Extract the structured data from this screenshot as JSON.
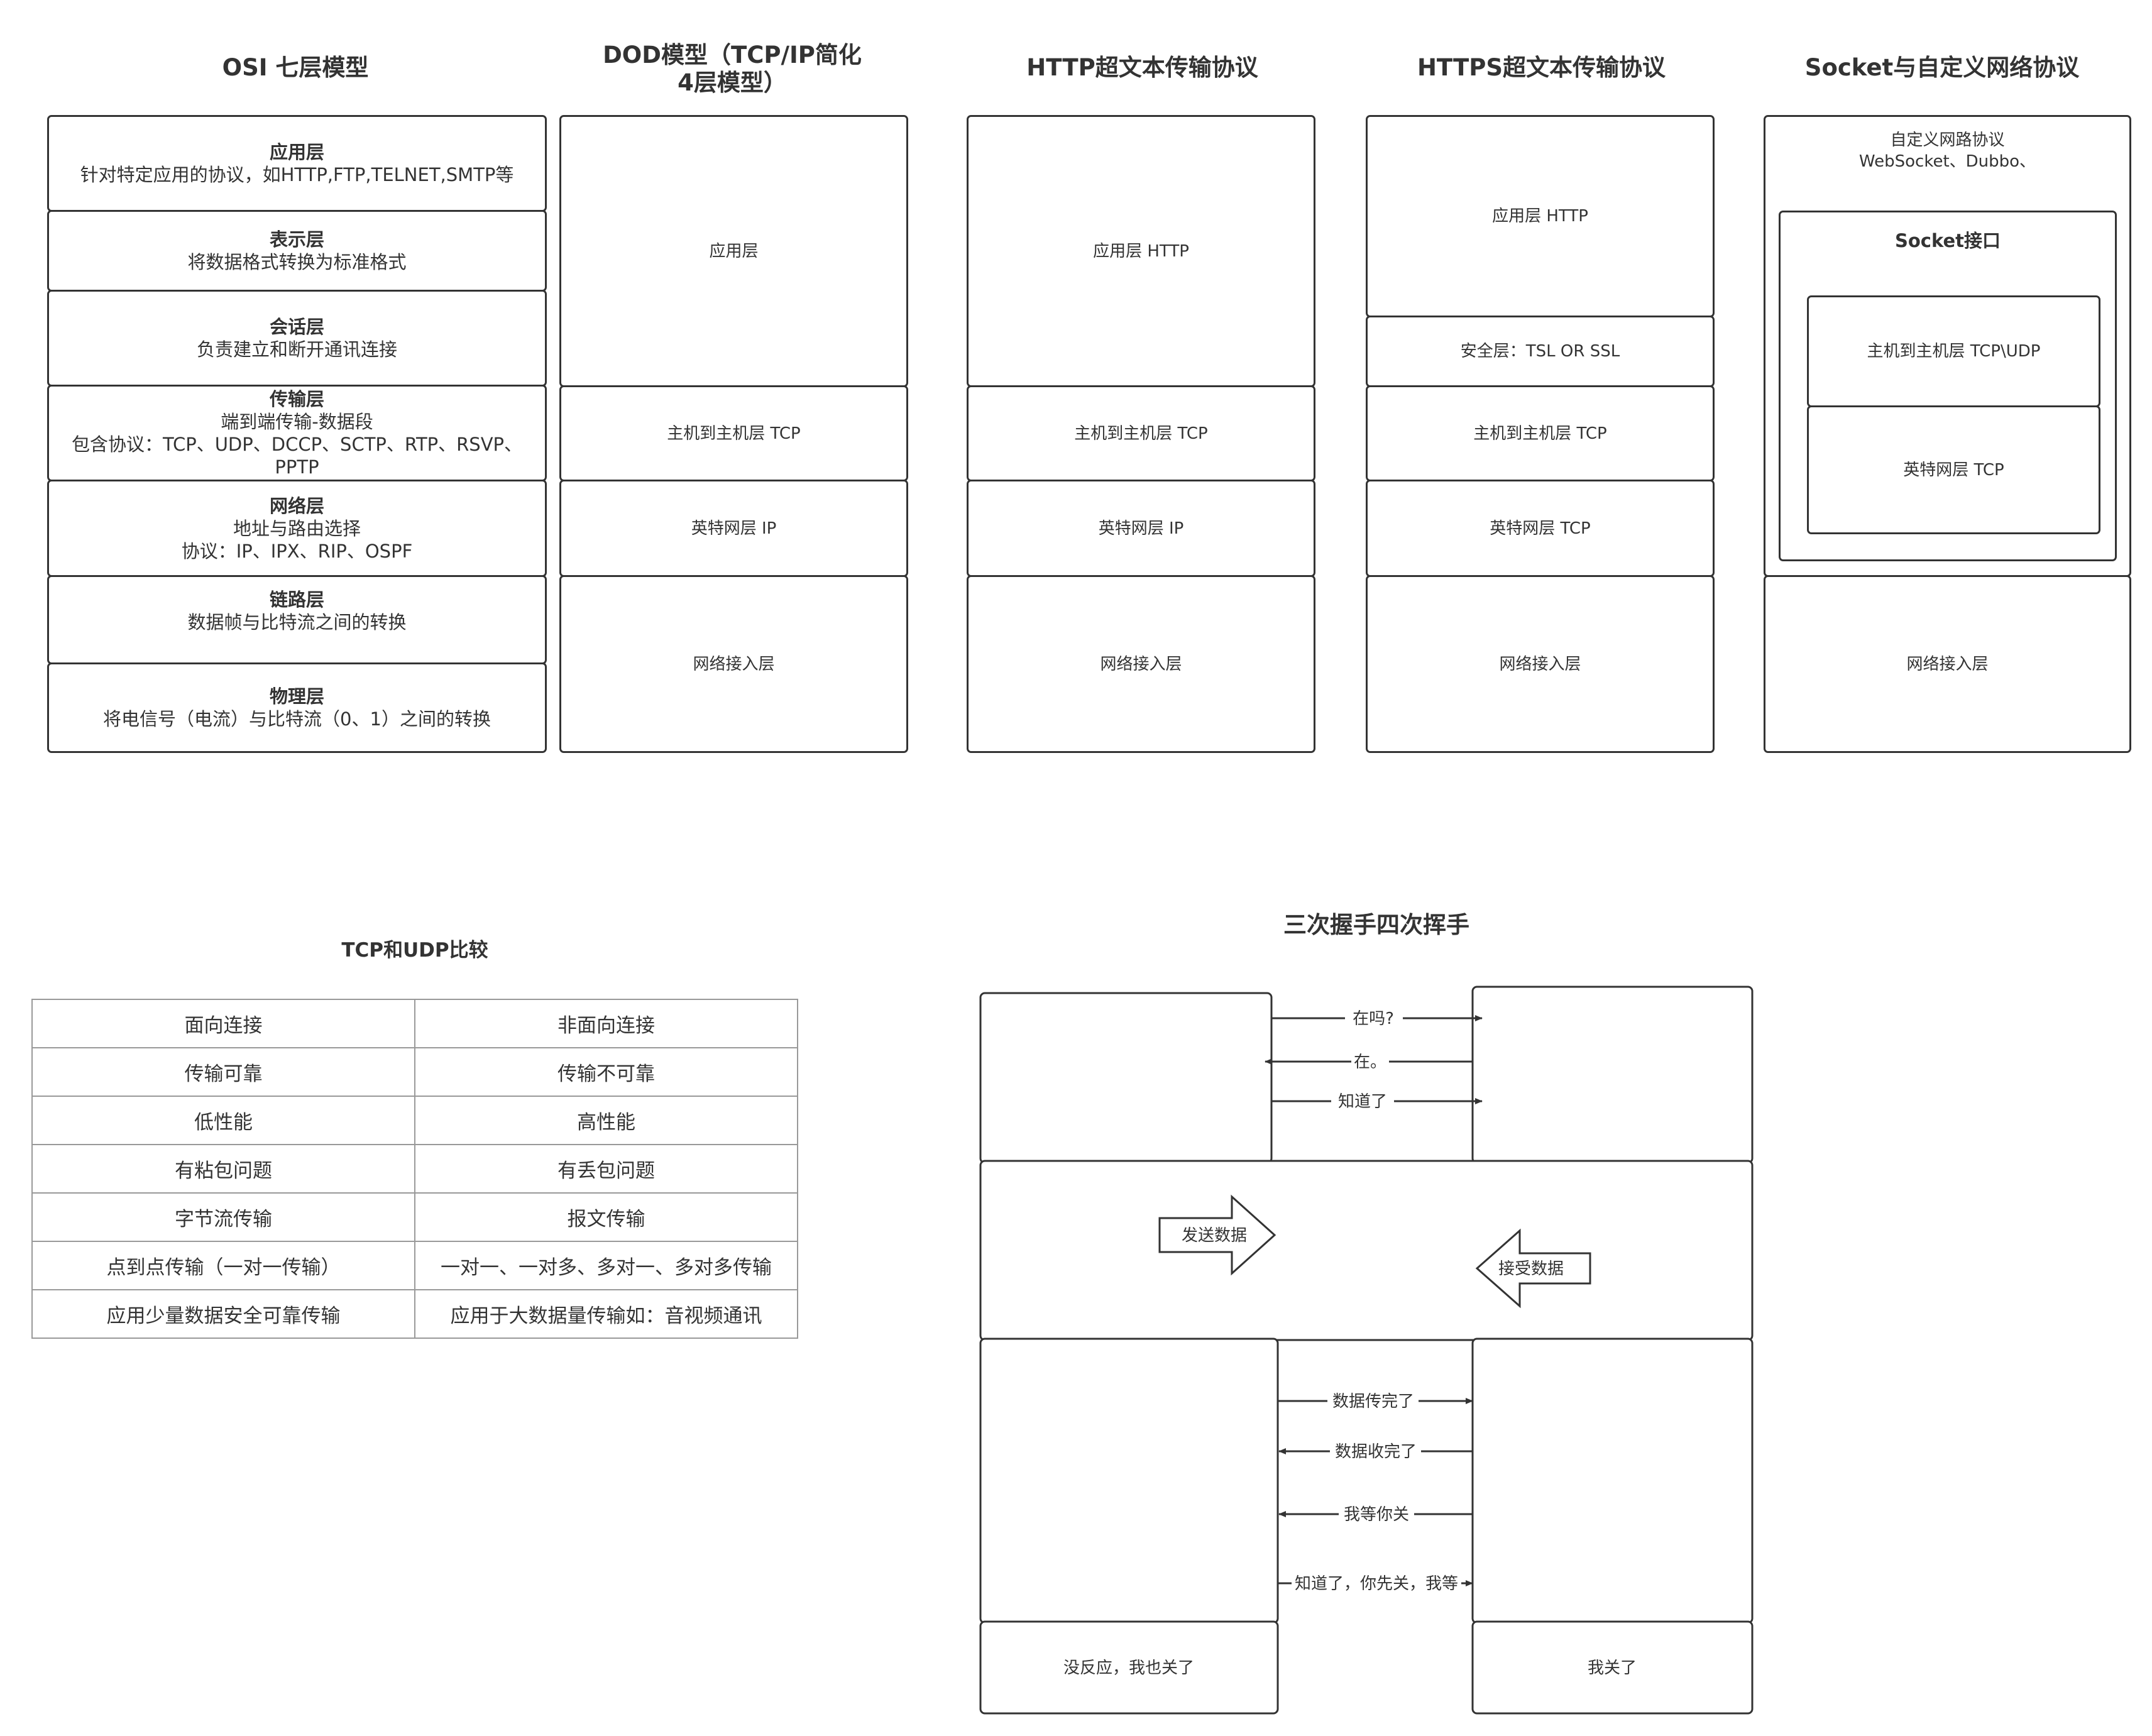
{
  "headings": {
    "osi": "OSI 七层模型",
    "dod_line1": "DOD模型（TCP/IP简化",
    "dod_line2": "4层模型）",
    "http": "HTTP超文本传输协议",
    "https": "HTTPS超文本传输协议",
    "socket": "Socket与自定义网络协议",
    "tcpudp": "TCP和UDP比较",
    "handshake": "三次握手四次挥手"
  },
  "osi_layers": [
    {
      "title": "应用层",
      "lines": [
        "针对特定应用的协议，如HTTP,FTP,TELNET,SMTP等"
      ]
    },
    {
      "title": "表示层",
      "lines": [
        "将数据格式转换为标准格式"
      ]
    },
    {
      "title": "会话层",
      "lines": [
        "负责建立和断开通讯连接"
      ]
    },
    {
      "title": "传输层",
      "lines": [
        "端到端传输-数据段",
        "包含协议：TCP、UDP、DCCP、SCTP、RTP、RSVP、",
        "PPTP"
      ]
    },
    {
      "title": "网络层",
      "lines": [
        "地址与路由选择",
        "协议：IP、IPX、RIP、OSPF"
      ]
    },
    {
      "title": "链路层",
      "lines": [
        "数据帧与比特流之间的转换"
      ]
    },
    {
      "title": "物理层",
      "lines": [
        "将电信号（电流）与比特流（0、1）之间的转换"
      ]
    }
  ],
  "dod_layers": [
    "应用层",
    "主机到主机层 TCP",
    "英特网层 IP",
    "网络接入层"
  ],
  "http_layers": [
    "应用层 HTTP",
    "主机到主机层 TCP",
    "英特网层 IP",
    "网络接入层"
  ],
  "https_layers": [
    "应用层 HTTP",
    "安全层：TSL OR SSL",
    "主机到主机层 TCP",
    "英特网层 TCP",
    "网络接入层"
  ],
  "socket_stack": {
    "custom_line1": "自定义网路协议",
    "custom_line2": "WebSocket、Dubbo、",
    "socket_title": "Socket接口",
    "inner1": "主机到主机层 TCP\\UDP",
    "inner2": "英特网层 TCP",
    "bottom": "网络接入层"
  },
  "tcp_udp_rows": [
    [
      "面向连接",
      "非面向连接"
    ],
    [
      "传输可靠",
      "传输不可靠"
    ],
    [
      "低性能",
      "高性能"
    ],
    [
      "有粘包问题",
      "有丢包问题"
    ],
    [
      "字节流传输",
      "报文传输"
    ],
    [
      "点到点传输（一对一传输）",
      "一对一、一对多、多对一、多对多传输"
    ],
    [
      "应用少量数据安全可靠传输",
      "应用于大数据量传输如：音视频通讯"
    ]
  ],
  "handshake": {
    "msg1": "在吗?",
    "msg2": "在。",
    "msg3": "知道了",
    "send": "发送数据",
    "receive": "接受数据",
    "fin1": "数据传完了",
    "fin2": "数据收完了",
    "fin3": "我等你关",
    "fin4": "知道了，你先关，我等",
    "left_close": "没反应，我也关了",
    "right_close": "我关了"
  },
  "colors": {
    "stroke": "#333333",
    "table_border": "#999999",
    "text": "#333333"
  }
}
